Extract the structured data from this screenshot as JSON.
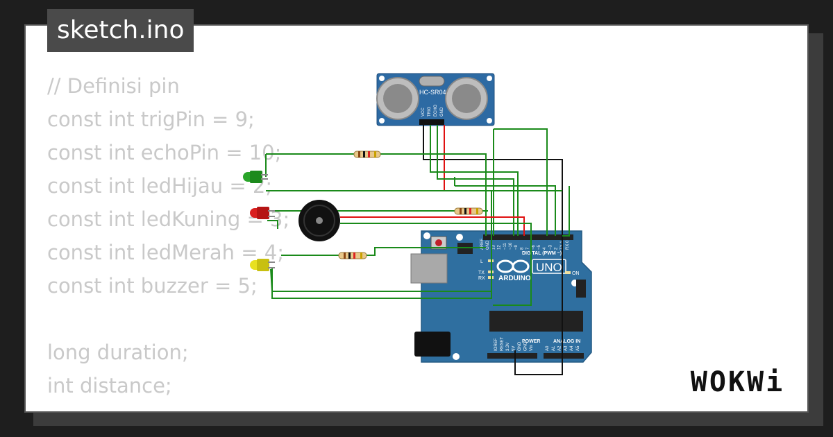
{
  "file": {
    "name": "sketch.ino"
  },
  "code_lines": [
    "// Definisi pin",
    "const int trigPin = 9;",
    "const int echoPin = 10;",
    "const int ledHijau = 2;",
    "const int ledKuning = 3;",
    "const int ledMerah = 4;",
    "const int buzzer = 5;",
    "",
    "long duration;",
    "int distance;"
  ],
  "sensor": {
    "label": "HC-SR04",
    "pins": [
      "VCC",
      "TRIG",
      "ECHO",
      "GND"
    ]
  },
  "arduino": {
    "logo_text": "ARDUINO",
    "model": "UNO",
    "digital_label": "DIGITAL (PWM ~)",
    "power_label": "POWER",
    "analog_label": "ANALOG IN",
    "on_label": "ON",
    "l_label": "L",
    "tx_label": "TX",
    "rx_label": "RX",
    "digital_pins": [
      "AREF",
      "GND",
      "13",
      "12",
      "~11",
      "~10",
      "~9",
      "8",
      "7",
      "~6",
      "~5",
      "4",
      "~3",
      "2",
      "TX 1",
      "RX 0"
    ],
    "power_pins": [
      "IOREF",
      "RESET",
      "3.3V",
      "5V",
      "GND",
      "GND",
      "Vin"
    ],
    "analog_pins": [
      "A0",
      "A1",
      "A2",
      "A3",
      "A4",
      "A5"
    ]
  },
  "brand": {
    "logo": "WOKWi"
  },
  "colors": {
    "wire_green": "#1a8a1a",
    "wire_black": "#111111",
    "wire_red": "#e01010",
    "board_blue": "#2f6fa0",
    "led_green": "#2aa52a",
    "led_red": "#d92020",
    "led_yellow": "#e8e020"
  }
}
